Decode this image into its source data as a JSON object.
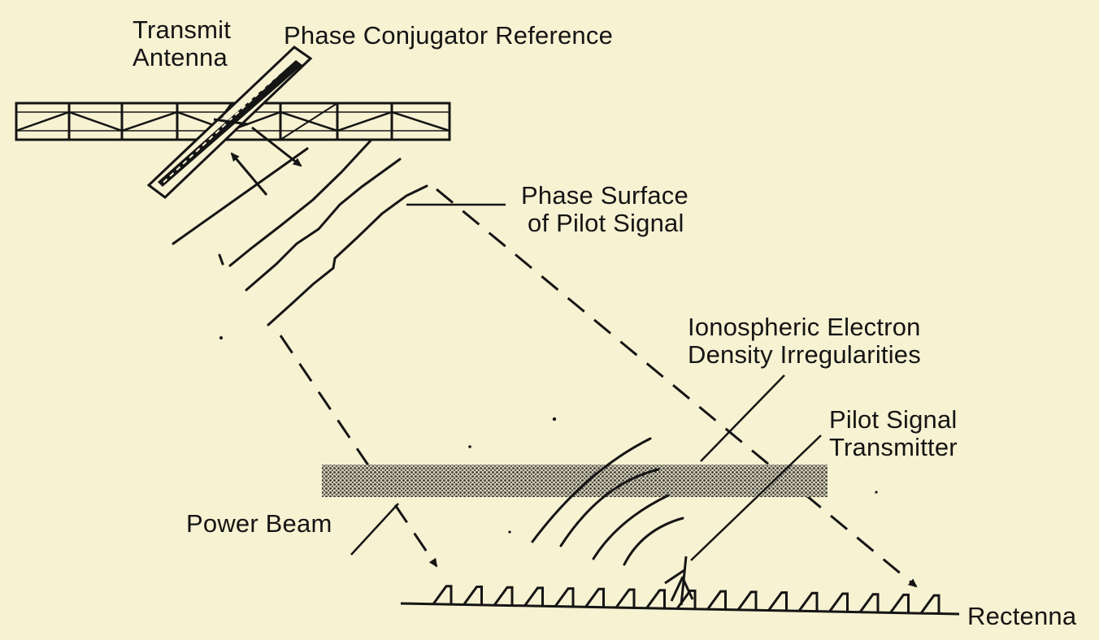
{
  "labels": {
    "transmit_antenna": [
      "Transmit",
      "Antenna"
    ],
    "phase_conjugator_reference": "Phase Conjugator Reference",
    "phase_surface": [
      "Phase Surface",
      "of Pilot Signal"
    ],
    "ionospheric": [
      "Ionospheric Electron",
      "Density Irregularities"
    ],
    "pilot_signal_transmitter": [
      "Pilot Signal",
      "Transmitter"
    ],
    "power_beam": "Power Beam",
    "rectenna": "Rectenna"
  },
  "colors": {
    "background": "#f7f2d2",
    "ink": "#151515",
    "ionosphere_fill": "#8a8a80"
  }
}
